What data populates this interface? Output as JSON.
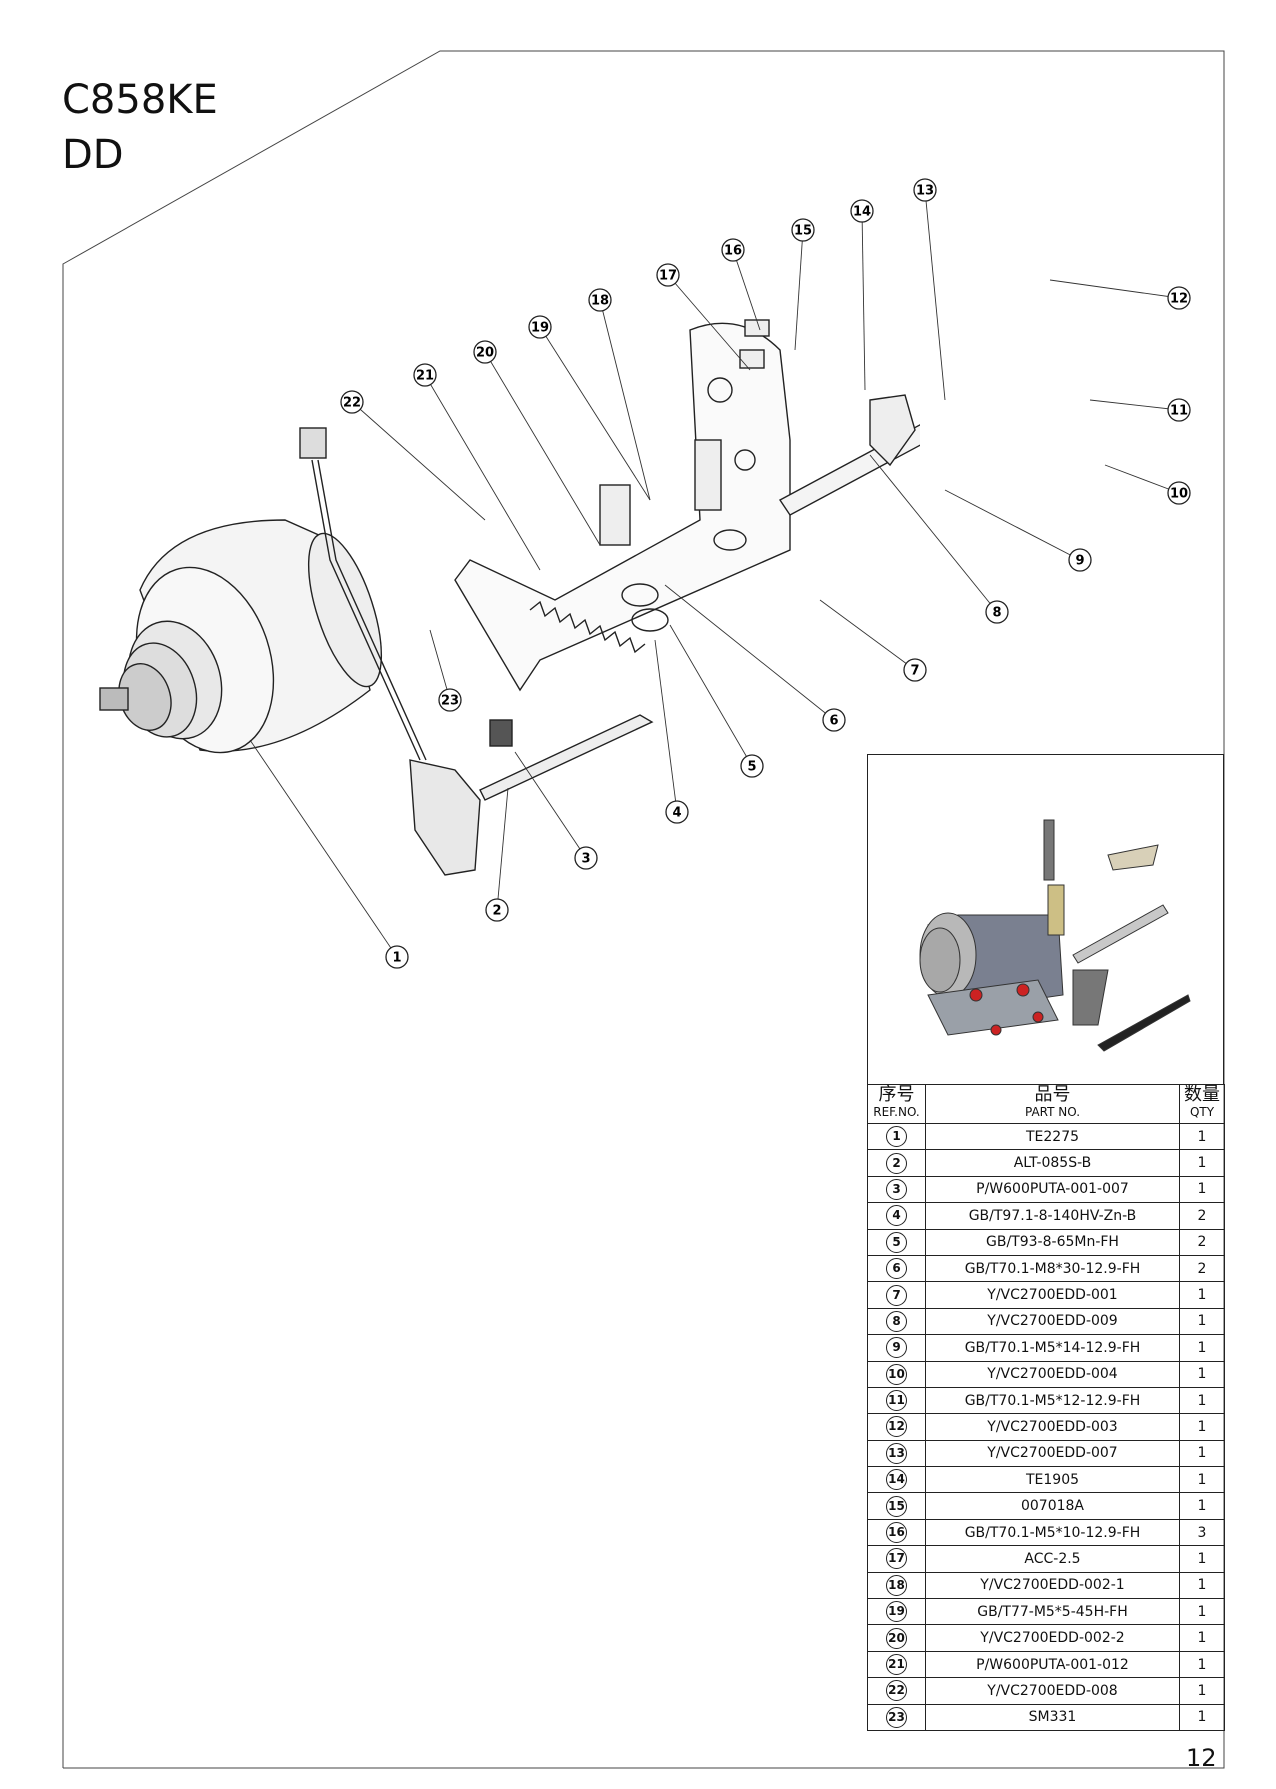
{
  "header": {
    "model": "C858KE",
    "variant": "DD"
  },
  "page_number": "12",
  "table": {
    "headers": {
      "ref_cn": "序号",
      "ref_en": "REF.NO.",
      "part_cn": "品号",
      "part_en": "PART NO.",
      "qty_cn": "数量",
      "qty_en": "QTY"
    },
    "rows": [
      {
        "ref": "1",
        "part": "TE2275",
        "qty": "1"
      },
      {
        "ref": "2",
        "part": "ALT-085S-B",
        "qty": "1"
      },
      {
        "ref": "3",
        "part": "P/W600PUTA-001-007",
        "qty": "1"
      },
      {
        "ref": "4",
        "part": "GB/T97.1-8-140HV-Zn-B",
        "qty": "2"
      },
      {
        "ref": "5",
        "part": "GB/T93-8-65Mn-FH",
        "qty": "2"
      },
      {
        "ref": "6",
        "part": "GB/T70.1-M8*30-12.9-FH",
        "qty": "2"
      },
      {
        "ref": "7",
        "part": "Y/VC2700EDD-001",
        "qty": "1"
      },
      {
        "ref": "8",
        "part": "Y/VC2700EDD-009",
        "qty": "1"
      },
      {
        "ref": "9",
        "part": "GB/T70.1-M5*14-12.9-FH",
        "qty": "1"
      },
      {
        "ref": "10",
        "part": "Y/VC2700EDD-004",
        "qty": "1"
      },
      {
        "ref": "11",
        "part": "GB/T70.1-M5*12-12.9-FH",
        "qty": "1"
      },
      {
        "ref": "12",
        "part": "Y/VC2700EDD-003",
        "qty": "1"
      },
      {
        "ref": "13",
        "part": "Y/VC2700EDD-007",
        "qty": "1"
      },
      {
        "ref": "14",
        "part": "TE1905",
        "qty": "1"
      },
      {
        "ref": "15",
        "part": "007018A",
        "qty": "1"
      },
      {
        "ref": "16",
        "part": "GB/T70.1-M5*10-12.9-FH",
        "qty": "3"
      },
      {
        "ref": "17",
        "part": "ACC-2.5",
        "qty": "1"
      },
      {
        "ref": "18",
        "part": "Y/VC2700EDD-002-1",
        "qty": "1"
      },
      {
        "ref": "19",
        "part": "GB/T77-M5*5-45H-FH",
        "qty": "1"
      },
      {
        "ref": "20",
        "part": "Y/VC2700EDD-002-2",
        "qty": "1"
      },
      {
        "ref": "21",
        "part": "P/W600PUTA-001-012",
        "qty": "1"
      },
      {
        "ref": "22",
        "part": "Y/VC2700EDD-008",
        "qty": "1"
      },
      {
        "ref": "23",
        "part": "SM331",
        "qty": "1"
      }
    ]
  },
  "callouts": [
    "1",
    "2",
    "3",
    "4",
    "5",
    "6",
    "7",
    "8",
    "9",
    "10",
    "11",
    "12",
    "13",
    "14",
    "15",
    "16",
    "17",
    "18",
    "19",
    "20",
    "21",
    "22",
    "23"
  ],
  "colors": {
    "line": "#222222",
    "motor": "#f2f2f2",
    "preview_motor": "#6a7080",
    "accent_red": "#cc2222"
  }
}
